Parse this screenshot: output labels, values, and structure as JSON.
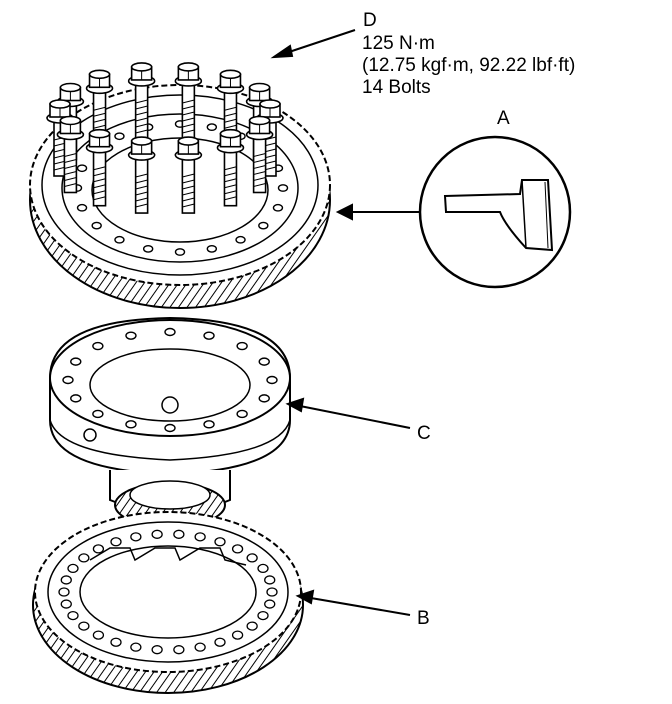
{
  "labels": {
    "a": "A",
    "b": "B",
    "c": "C",
    "d": "D"
  },
  "spec": {
    "torque": "125 N·m",
    "torque_alt": "(12.75 kgf·m, 92.22 lbf·ft)",
    "quantity": "14 Bolts"
  },
  "parts": {
    "bolt_count": 14
  },
  "colors": {
    "ink": "#000000",
    "paper": "#ffffff",
    "shade": "#d8d8d8"
  }
}
